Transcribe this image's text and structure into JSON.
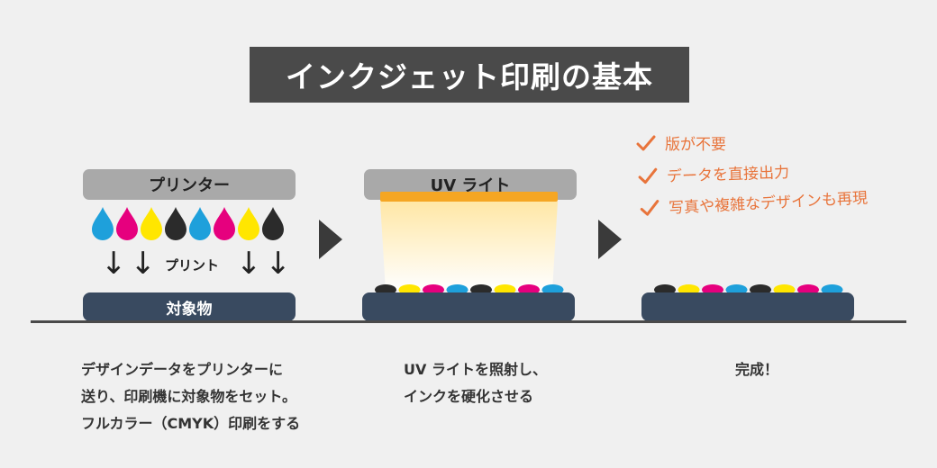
{
  "title": "インクジェット印刷の基本",
  "printer": {
    "label": "プリンター",
    "ink_colors": [
      "#1ea0db",
      "#e6007e",
      "#ffe600",
      "#2b2b2b",
      "#1ea0db",
      "#e6007e",
      "#ffe600",
      "#2b2b2b"
    ],
    "arrow_glyphs": "↓↓",
    "print_label": "プリント",
    "target_label": "対象物"
  },
  "uv": {
    "label": "UV ライト",
    "lamp_color": "#f5a623"
  },
  "ink_dot_colors": [
    "#2b2b2b",
    "#ffe600",
    "#e6007e",
    "#1ea0db",
    "#2b2b2b",
    "#ffe600",
    "#e6007e",
    "#1ea0db"
  ],
  "benefits": [
    "版が不要",
    "データを直接出力",
    "写真や複雑なデザインも再現"
  ],
  "colors": {
    "accent": "#e8743b",
    "title_bg": "#4a4a4a",
    "slab": "#394a60"
  },
  "captions": {
    "step1": [
      "デザインデータをプリンターに",
      "送り、印刷機に対象物をセット。",
      "フルカラー（CMYK）印刷をする"
    ],
    "step2": [
      "UV ライトを照射し、",
      "インクを硬化させる"
    ],
    "step3": [
      "完成！"
    ]
  }
}
